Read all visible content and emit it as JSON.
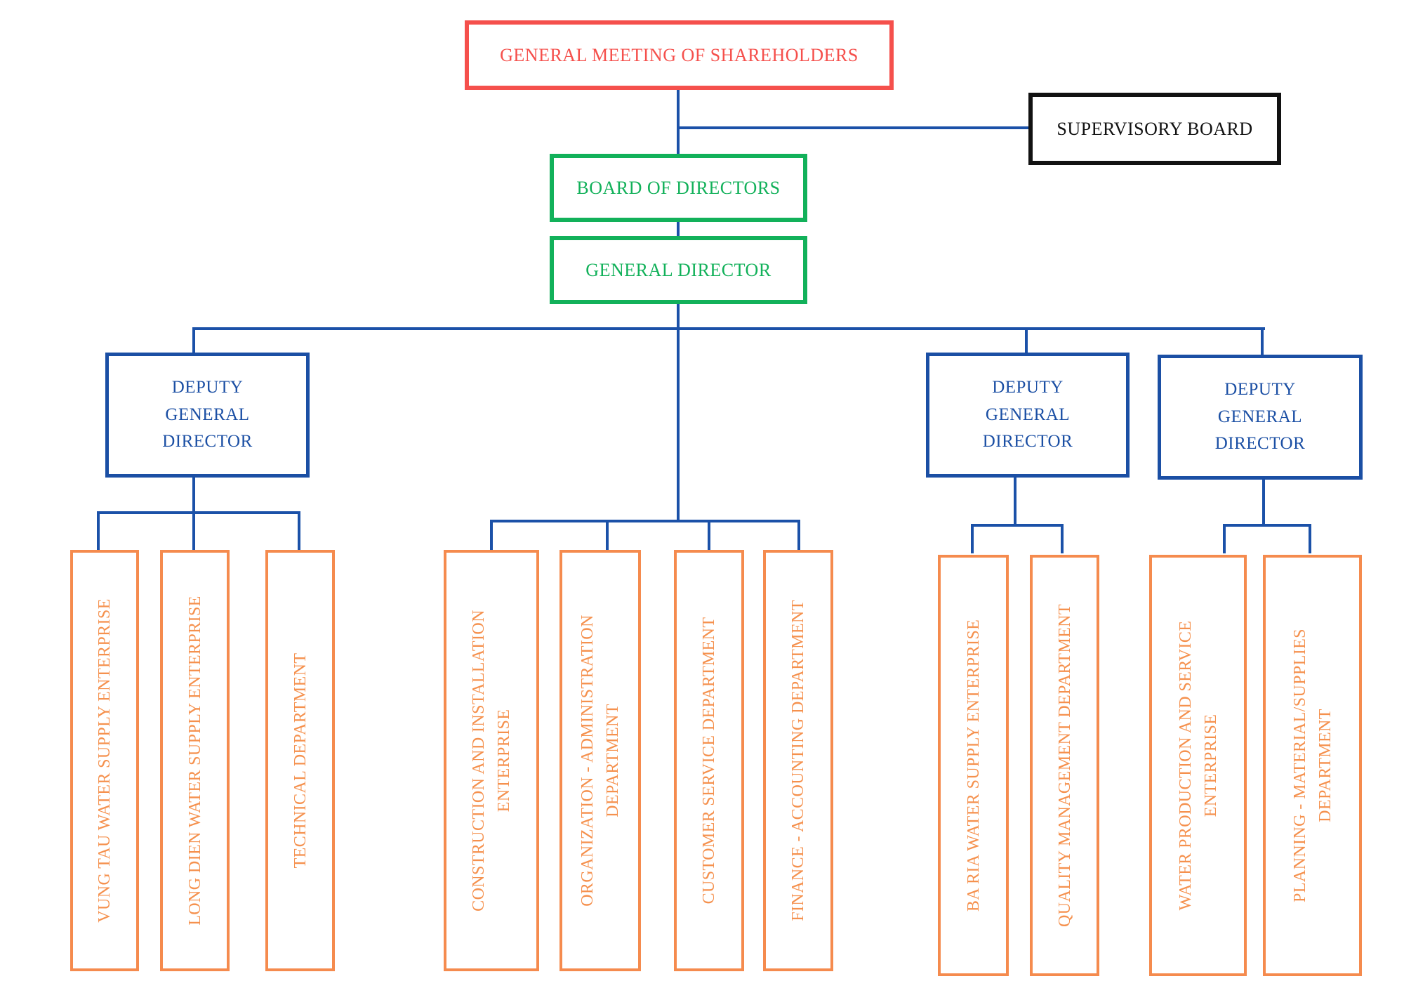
{
  "palette": {
    "red": "#F5504C",
    "black": "#121212",
    "green": "#12B15A",
    "blue": "#1B4FA4",
    "orange": "#F5914E",
    "connector_blue": "#1B51A8"
  },
  "nodes": {
    "general_meeting": {
      "label": "GENERAL MEETING OF SHAREHOLDERS",
      "color": "red"
    },
    "supervisory_board": {
      "label": "SUPERVISORY BOARD",
      "color": "black"
    },
    "board_of_directors": {
      "label": "BOARD OF DIRECTORS",
      "color": "green"
    },
    "general_director": {
      "label": "GENERAL DIRECTOR",
      "color": "green"
    },
    "deputy_1": {
      "label": "DEPUTY GENERAL DIRECTOR",
      "color": "blue"
    },
    "deputy_2": {
      "label": "DEPUTY GENERAL DIRECTOR",
      "color": "blue"
    },
    "deputy_3": {
      "label": "DEPUTY GENERAL DIRECTOR",
      "color": "blue"
    },
    "vung_tau": {
      "label": "VUNG TAU WATER SUPPLY ENTERPRISE",
      "color": "orange"
    },
    "long_dien": {
      "label": "LONG DIEN WATER SUPPLY ENTERPRISE",
      "color": "orange"
    },
    "technical": {
      "label": "TECHNICAL DEPARTMENT",
      "color": "orange"
    },
    "construction": {
      "label": "CONSTRUCTION AND INSTALLATION ENTERPRISE",
      "color": "orange"
    },
    "organization_admin": {
      "label": "ORGANIZATION - ADMINISTRATION DEPARTMENT",
      "color": "orange"
    },
    "customer_service": {
      "label": "CUSTOMER SERVICE DEPARTMENT",
      "color": "orange"
    },
    "finance_accounting": {
      "label": "FINANCE - ACCOUNTING DEPARTMENT",
      "color": "orange"
    },
    "ba_ria": {
      "label": "BA RIA WATER SUPPLY ENTERPRISE",
      "color": "orange"
    },
    "quality": {
      "label": "QUALITY MANAGEMENT DEPARTMENT",
      "color": "orange"
    },
    "water_production": {
      "label": "WATER PRODUCTION AND SERVICE ENTERPRISE",
      "color": "orange"
    },
    "planning": {
      "label": "PLANNING - MATERIAL/SUPPLIES DEPARTMENT",
      "color": "orange"
    }
  },
  "hierarchy": {
    "general_meeting": [
      "supervisory_board",
      "board_of_directors"
    ],
    "board_of_directors": [
      "general_director"
    ],
    "general_director": [
      "deputy_1",
      "construction",
      "organization_admin",
      "customer_service",
      "finance_accounting",
      "deputy_2",
      "deputy_3"
    ],
    "deputy_1": [
      "vung_tau",
      "long_dien",
      "technical"
    ],
    "deputy_2": [
      "ba_ria",
      "quality"
    ],
    "deputy_3": [
      "water_production",
      "planning"
    ]
  }
}
